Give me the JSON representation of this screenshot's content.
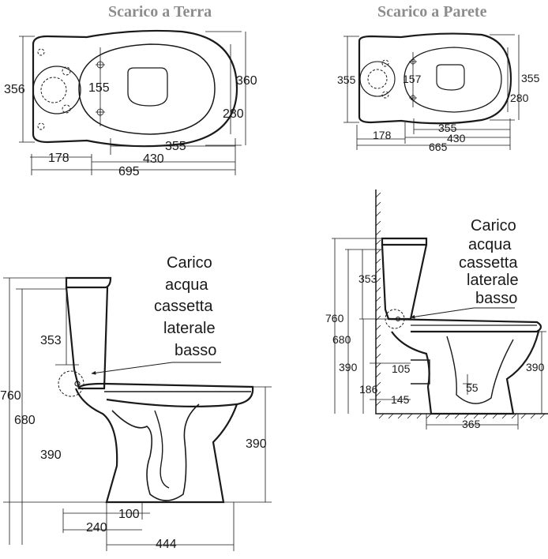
{
  "titles": {
    "floor_outlet": "Scarico a Terra",
    "wall_outlet": "Scarico a Parete"
  },
  "plan_floor": {
    "dims": [
      "356",
      "155",
      "360",
      "280",
      "178",
      "355",
      "430",
      "695"
    ]
  },
  "plan_wall": {
    "dims": [
      "355",
      "157",
      "355",
      "280",
      "178",
      "355",
      "430",
      "665"
    ]
  },
  "side_floor": {
    "note": [
      "Carico",
      "acqua",
      "cassetta",
      "laterale",
      "basso"
    ],
    "dims": [
      "353",
      "760",
      "680",
      "390",
      "390",
      "100",
      "240",
      "444"
    ]
  },
  "side_wall": {
    "note": [
      "Carico",
      "acqua",
      "cassetta",
      "laterale",
      "basso"
    ],
    "dims": [
      "353",
      "760",
      "680",
      "390",
      "390",
      "105",
      "186",
      "145",
      "55",
      "365"
    ]
  }
}
